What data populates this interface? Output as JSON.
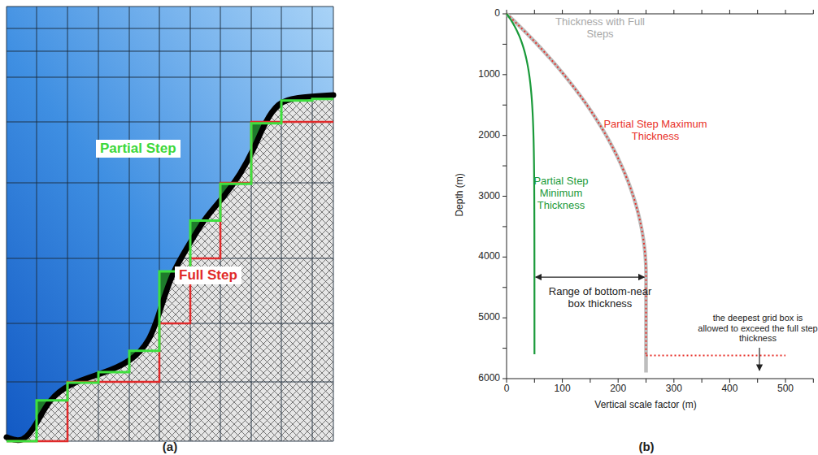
{
  "diagram": {
    "nodes": [
      {
        "text": [
          "Partial Step"
        ]
      },
      {
        "text": [
          "Full Step"
        ]
      }
    ],
    "labels": [
      "(a)",
      "(b)",
      "Thickness with Full Steps",
      "Partial Step Maximum Thickness",
      "Partial Step Minimum Thickness",
      "Range of bottom-near box thickness",
      "the deepest grid box is allowed to exceed the full step thickness",
      "Depth (m)",
      "Vertical scale factor (m)",
      "0",
      "1000",
      "2000",
      "3000",
      "4000",
      "5000",
      "6000",
      "0",
      "100",
      "200",
      "300",
      "400",
      "500"
    ]
  }
}
